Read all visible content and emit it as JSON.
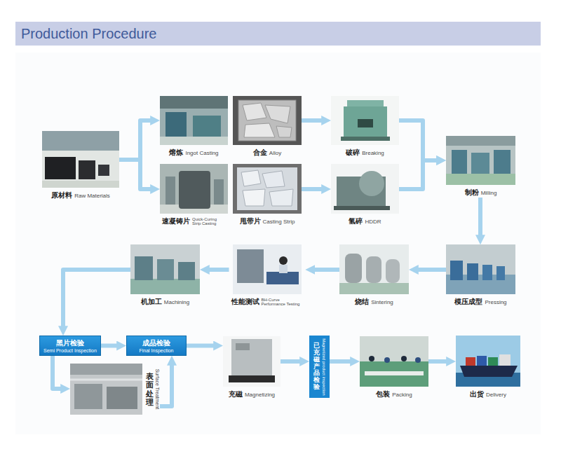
{
  "diagram": {
    "title": "Production Procedure",
    "nodes": [
      {
        "text": [
          "原材料",
          "Raw Materials"
        ]
      },
      {
        "text": [
          "熔炼",
          "Ingot Casting"
        ]
      },
      {
        "text": [
          "合金",
          "Alloy"
        ]
      },
      {
        "text": [
          "破碎",
          "Breaking"
        ]
      },
      {
        "text": [
          "速凝铸片",
          "Quick-Curing Strip Casting"
        ]
      },
      {
        "text": [
          "甩带片",
          "Casting Strip"
        ]
      },
      {
        "text": [
          "氢碎",
          "HDDR"
        ]
      },
      {
        "text": [
          "制粉",
          "Milling"
        ]
      },
      {
        "text": [
          "模压成型",
          "Pressing"
        ]
      },
      {
        "text": [
          "烧结",
          "Sintering"
        ]
      },
      {
        "text": [
          "性能测试",
          "BH-Curve Performance Testing"
        ]
      },
      {
        "text": [
          "机加工",
          "Machining"
        ]
      },
      {
        "text": [
          "黑片检验",
          "Semi Product Inspection"
        ]
      },
      {
        "text": [
          "成品检验",
          "Final Inspection"
        ]
      },
      {
        "text": [
          "表面处理",
          "Surface Treatment"
        ]
      },
      {
        "text": [
          "充磁",
          "Magnetizing"
        ]
      },
      {
        "text": [
          "已充磁产品检验",
          "Magnetized product inspection"
        ]
      },
      {
        "text": [
          "包装",
          "Packing"
        ]
      },
      {
        "text": [
          "出货",
          "Delivery"
        ]
      }
    ],
    "edges": [
      {
        "from": 0,
        "to": 1,
        "arrow": "to"
      },
      {
        "from": 0,
        "to": 4,
        "arrow": "to"
      },
      {
        "from": 2,
        "to": 3,
        "arrow": "to"
      },
      {
        "from": 5,
        "to": 6,
        "arrow": "to"
      },
      {
        "from": 3,
        "to": 7,
        "arrow": "to"
      },
      {
        "from": 6,
        "to": 7,
        "arrow": "to"
      },
      {
        "from": 7,
        "to": 8,
        "arrow": "to"
      },
      {
        "from": 8,
        "to": 9,
        "arrow": "to"
      },
      {
        "from": 9,
        "to": 10,
        "arrow": "to"
      },
      {
        "from": 10,
        "to": 11,
        "arrow": "to"
      },
      {
        "from": 11,
        "to": 12,
        "arrow": "to"
      },
      {
        "from": 12,
        "to": 13,
        "arrow": "to"
      },
      {
        "from": 12,
        "to": 14,
        "arrow": "to"
      },
      {
        "from": 14,
        "to": 13,
        "arrow": "to"
      },
      {
        "from": 13,
        "to": 15,
        "arrow": "to"
      },
      {
        "from": 15,
        "to": 16,
        "arrow": "to"
      },
      {
        "from": 16,
        "to": 17,
        "arrow": "to"
      },
      {
        "from": 17,
        "to": 18,
        "arrow": "to"
      }
    ]
  }
}
